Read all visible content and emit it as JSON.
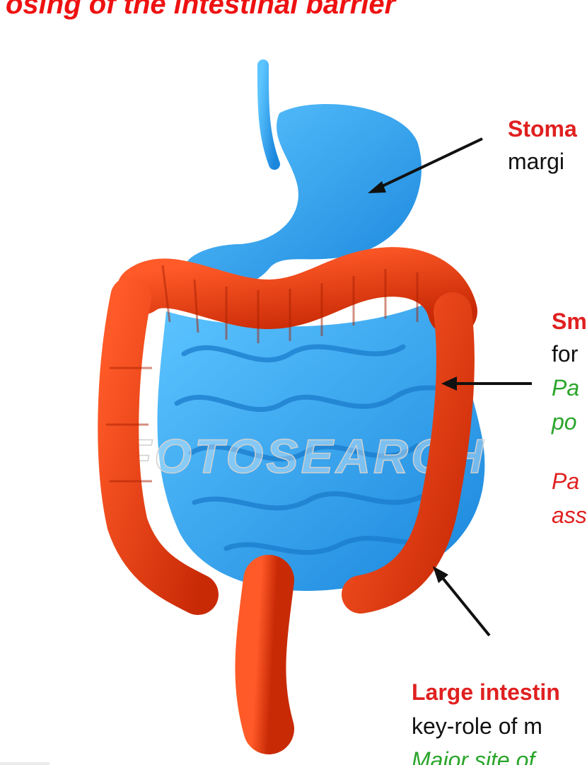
{
  "title": {
    "text": "osing of the intestinal barrier",
    "color": "#ee1111"
  },
  "watermark": "FOTOSEARCH",
  "colors": {
    "stomach_small_intestine": "#2ea2ef",
    "large_intestine": "#e43a10",
    "red_text": "#e02020",
    "green_text": "#2aa52a",
    "black_text": "#111111"
  },
  "labels": {
    "stomach": {
      "title": "Stoma",
      "line1": "margi"
    },
    "small_intestine": {
      "title": "Sm",
      "line1": "for",
      "line2_green": "Pa",
      "line3_green": "po",
      "line4_red": "Pa",
      "line5_red": "ass"
    },
    "large_intestine": {
      "title": "Large intestin",
      "line1": "key-role of m",
      "line2_green": "Major site of"
    }
  }
}
